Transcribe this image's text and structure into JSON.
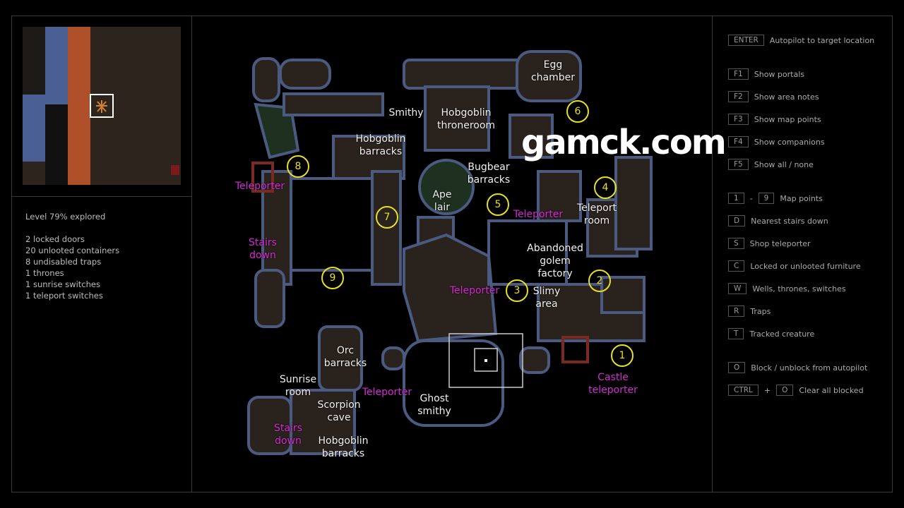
{
  "stats": {
    "explored": "Level 79% explored",
    "lines": [
      "2 locked doors",
      "20 unlooted containers",
      "8 undisabled traps",
      "1 thrones",
      "1 sunrise switches",
      "1 teleport switches"
    ]
  },
  "keys": [
    {
      "k": "ENTER",
      "label": "Autopilot to target location"
    },
    {
      "k": "F1",
      "label": "Show portals"
    },
    {
      "k": "F2",
      "label": "Show area notes"
    },
    {
      "k": "F3",
      "label": "Show map points"
    },
    {
      "k": "F4",
      "label": "Show companions"
    },
    {
      "k": "F5",
      "label": "Show all / none"
    },
    {
      "k": "1",
      "k2": "9",
      "sep": "-",
      "label": "Map points"
    },
    {
      "k": "D",
      "label": "Nearest stairs down"
    },
    {
      "k": "S",
      "label": "Shop teleporter"
    },
    {
      "k": "C",
      "label": "Locked or unlooted furniture"
    },
    {
      "k": "W",
      "label": "Wells, thrones, switches"
    },
    {
      "k": "R",
      "label": "Traps"
    },
    {
      "k": "T",
      "label": "Tracked creature"
    },
    {
      "k": "O",
      "label": "Block / unblock from autopilot"
    },
    {
      "k": "CTRL",
      "k2": "O",
      "sep": "+",
      "label": "Clear all blocked"
    }
  ],
  "areas": [
    "Egg\nchamber",
    "Smithy",
    "Hobgoblin\nthroneroom",
    "Hobgoblin\nbarracks",
    "Bugbear\nbarracks",
    "Ape\nlair",
    "Teleport\nroom",
    "Abandoned\ngolem\nfactory",
    "Slimy\narea",
    "Orc\nbarracks",
    "Sunrise\nroom",
    "Scorpion\ncave",
    "Ghost\nsmithy",
    "Hobgoblin\nbarracks"
  ],
  "portals": [
    "Teleporter",
    "Stairs\ndown",
    "Teleporter",
    "Teleporter",
    "Castle\nteleporter",
    "Teleporter",
    "Stairs\ndown"
  ],
  "points": [
    "1",
    "2",
    "3",
    "4",
    "5",
    "6",
    "7",
    "8",
    "9"
  ],
  "watermark": "gamck.com",
  "colors": {
    "point": "#e8e020",
    "portal": "#d22cd2",
    "wall": "#4a5a80",
    "floor": "#2a221c"
  }
}
